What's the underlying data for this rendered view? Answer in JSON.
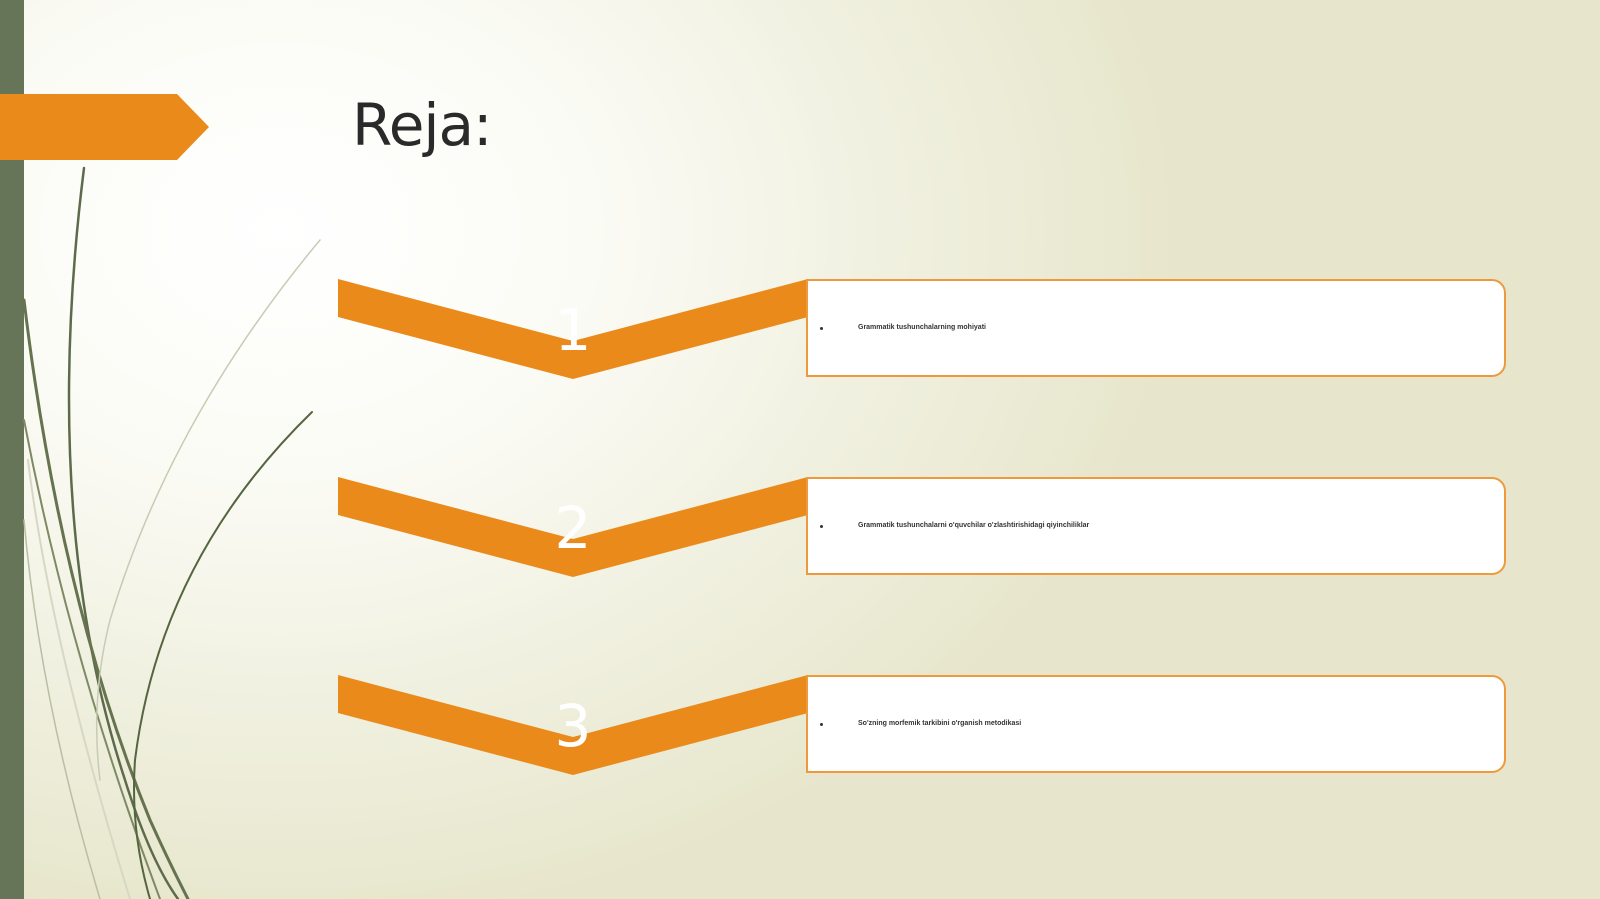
{
  "slide": {
    "title": "Reja:"
  },
  "colors": {
    "accent_orange": "#ea8a1b",
    "box_border": "#ee9a3c",
    "left_bar": "#667458",
    "grass": "#5a6a4a"
  },
  "plan": {
    "items": [
      {
        "number": "1",
        "text": "Grammatik tushunchalarning mohiyati"
      },
      {
        "number": "2",
        "text": "Grammatik tushunchalarni o'quvchilar o'zlashtirishidagi qiyinchiliklar"
      },
      {
        "number": "3",
        "text": "So'zning morfemik tarkibini o'rganish metodikasi"
      }
    ]
  }
}
